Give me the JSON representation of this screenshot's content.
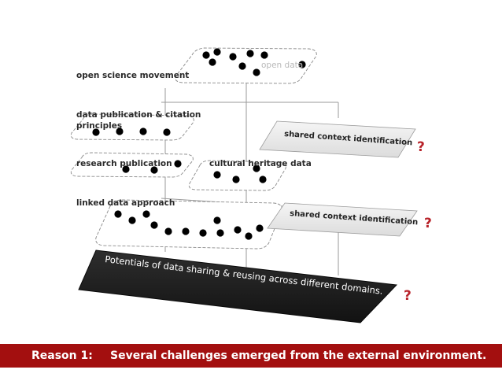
{
  "labels": {
    "open_science": "open science movement",
    "open_data": "open data",
    "data_publication_line1": "data publication & citation",
    "data_publication_line2": "principles",
    "research_publication": "research publication",
    "cultural_heritage": "cultural heritage data",
    "linked_data": "linked data approach"
  },
  "context_labels": {
    "upper": "shared context identification",
    "lower": "shared context identification"
  },
  "banner": {
    "text": "Potentials of data sharing & reusing across different domains."
  },
  "question_marks": {
    "upper": "?",
    "middle": "?",
    "lower": "?"
  },
  "footer": {
    "reason_label": "Reason 1:",
    "reason_text": "Several challenges emerged from the external environment."
  },
  "colors": {
    "footer_bg": "#a30f0f",
    "question_mark": "#b8232a",
    "banner_bg": "#1c1c1c"
  }
}
